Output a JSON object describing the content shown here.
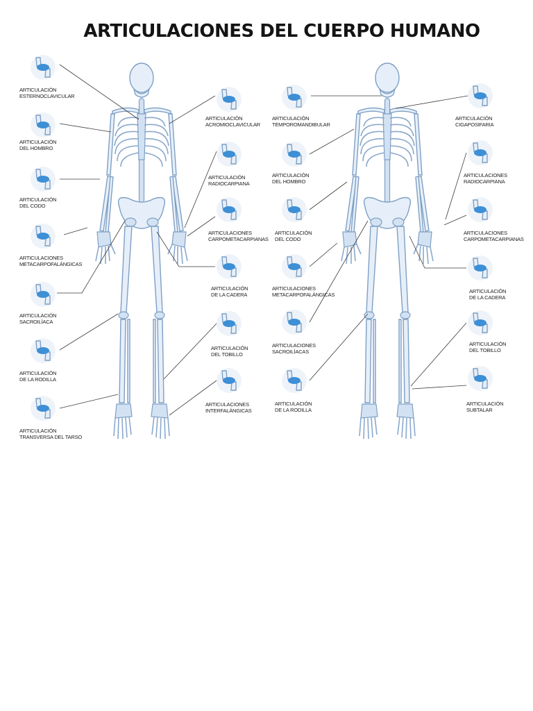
{
  "title": "ARTICULACIONES DEL CUERPO HUMANO",
  "colors": {
    "bone": "#e6eff9",
    "outline": "#7e9fc4",
    "joint": "#3d8fd6",
    "text": "#222222"
  },
  "anterior_labels": [
    {
      "id": "esternoclavicular",
      "line1": "ARTICULACIÓN",
      "line2": "ESTERNOCLAVICULAR",
      "icon": "sternoclavicular-joint-icon"
    },
    {
      "id": "hombro",
      "line1": "ARTICULACIÓN",
      "line2": "DEL HOMBRO",
      "icon": "shoulder-joint-icon"
    },
    {
      "id": "codo",
      "line1": "ARTICULACIÓN",
      "line2": "DEL CODO",
      "icon": "elbow-joint-icon"
    },
    {
      "id": "metacarpofalangicas",
      "line1": "ARTICULACIONES",
      "line2": "METACARPOFALÁNGICAS",
      "icon": "hand-joints-icon"
    },
    {
      "id": "sacroiliaca",
      "line1": "ARTICULACIÓN",
      "line2": "SACROILÍACA",
      "icon": "sacroiliac-joint-icon"
    },
    {
      "id": "rodilla",
      "line1": "ARTICULACIÓN",
      "line2": "DE LA RODILLA",
      "icon": "knee-joint-icon"
    },
    {
      "id": "tarso",
      "line1": "ARTICULACIÓN",
      "line2": "TRANSVERSA DEL TARSO",
      "icon": "foot-joint-icon"
    },
    {
      "id": "acromioclavicular",
      "line1": "ARTICULACIÓN",
      "line2": "ACROMIOCLAVICULAR",
      "icon": "acromioclavicular-joint-icon"
    },
    {
      "id": "radiocarpiana",
      "line1": "ARTICULACIÓN",
      "line2": "RADIOCARPIANA",
      "icon": "wrist-joint-icon"
    },
    {
      "id": "carpometacarpianas",
      "line1": "ARTICULACIONES",
      "line2": "CARPOMETACARPIANAS",
      "icon": "hand-joints-icon"
    },
    {
      "id": "cadera",
      "line1": "ARTICULACIÓN",
      "line2": "DE LA CADERA",
      "icon": "hip-joint-icon"
    },
    {
      "id": "tobillo",
      "line1": "ARTICULACIÓN",
      "line2": "DEL TOBILLO",
      "icon": "ankle-joint-icon"
    },
    {
      "id": "interfalangicas",
      "line1": "ARTICULACIONES",
      "line2": "INTERFALÁNGICAS",
      "icon": "toe-joints-icon"
    }
  ],
  "posterior_labels": [
    {
      "id": "temporomandibular",
      "line1": "ARTICULACIÓN",
      "line2": "TEMPOROMANDIBULAR",
      "icon": "skull-joint-icon"
    },
    {
      "id": "hombro",
      "line1": "ARTICULACIÓN",
      "line2": "DEL HOMBRO",
      "icon": "shoulder-joint-icon"
    },
    {
      "id": "codo",
      "line1": "ARTICULACIÓN",
      "line2": "DEL CODO",
      "icon": "elbow-joint-icon"
    },
    {
      "id": "metacarpofalangicas",
      "line1": "ARTICULACIONES",
      "line2": "METACARPOFALÁNGICAS",
      "icon": "hand-joints-icon"
    },
    {
      "id": "sacroiliacas",
      "line1": "ARTICULACIONES",
      "line2": "SACROILÍACAS",
      "icon": "sacroiliac-joint-icon"
    },
    {
      "id": "rodilla",
      "line1": "ARTICULACIÓN",
      "line2": "DE LA RODILLA",
      "icon": "knee-joint-icon"
    },
    {
      "id": "cigaposifaria",
      "line1": "ARTICULACIÓN",
      "line2": "CIGAPOSIFARIA",
      "icon": "vertebra-joint-icon"
    },
    {
      "id": "radiocarpiana",
      "line1": "ARTICULACIONES",
      "line2": "RADIOCARPIANA",
      "icon": "wrist-joint-icon"
    },
    {
      "id": "carpometacarpianas",
      "line1": "ARTICULACIONES",
      "line2": "CARPOMETACARPIANAS",
      "icon": "hand-joints-icon"
    },
    {
      "id": "cadera",
      "line1": "ARTICULACIÓN",
      "line2": "DE LA CADERA",
      "icon": "hip-joint-icon"
    },
    {
      "id": "tobillo",
      "line1": "ARTICULACIÓN",
      "line2": "DEL TOBILLO",
      "icon": "ankle-joint-icon"
    },
    {
      "id": "subtalar",
      "line1": "ARTICULACIÓN",
      "line2": "SUBTALAR",
      "icon": "subtalar-joint-icon"
    }
  ]
}
